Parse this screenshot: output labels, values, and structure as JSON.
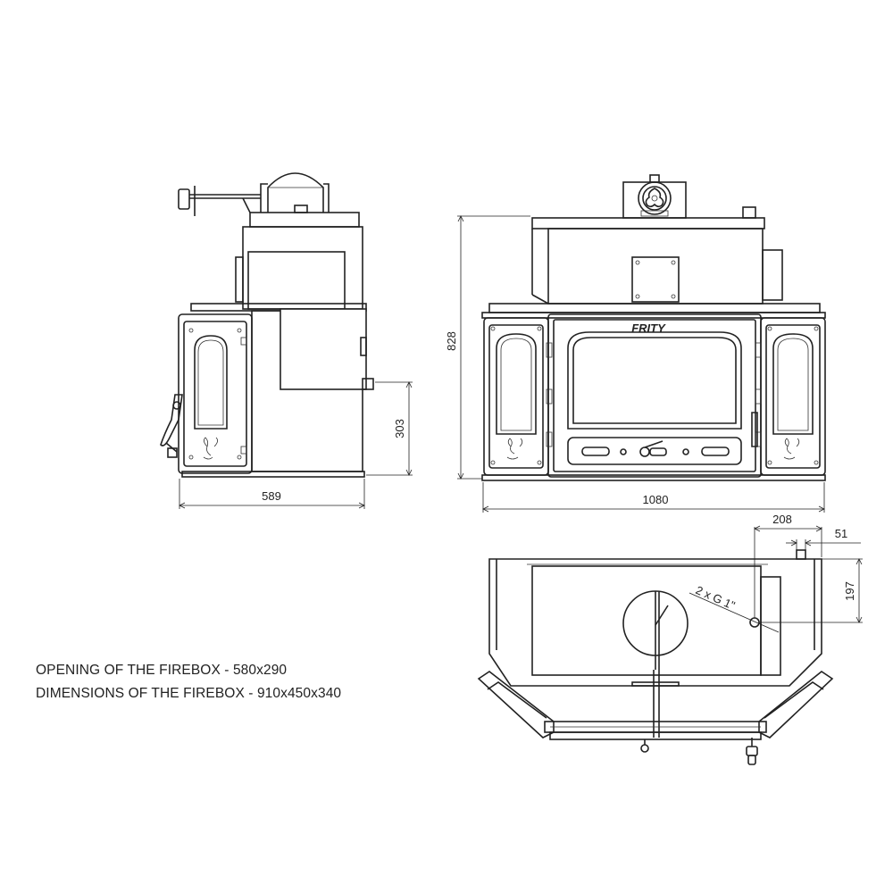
{
  "dimensions": {
    "side_depth": "589",
    "side_height_outlet": "303",
    "front_height": "828",
    "front_width": "1080",
    "top_offset_outlet": "208",
    "top_pipe_width": "51",
    "top_depth_outlet": "197",
    "connection_label": "2 x G 1\""
  },
  "brand_mark": "FRITY",
  "notes": {
    "opening": "OPENING OF THE FIREBOX - 580x290",
    "firebox": "DIMENSIONS OF THE FIREBOX - 910x450x340"
  },
  "colors": {
    "line": "#222222",
    "background": "#ffffff"
  }
}
